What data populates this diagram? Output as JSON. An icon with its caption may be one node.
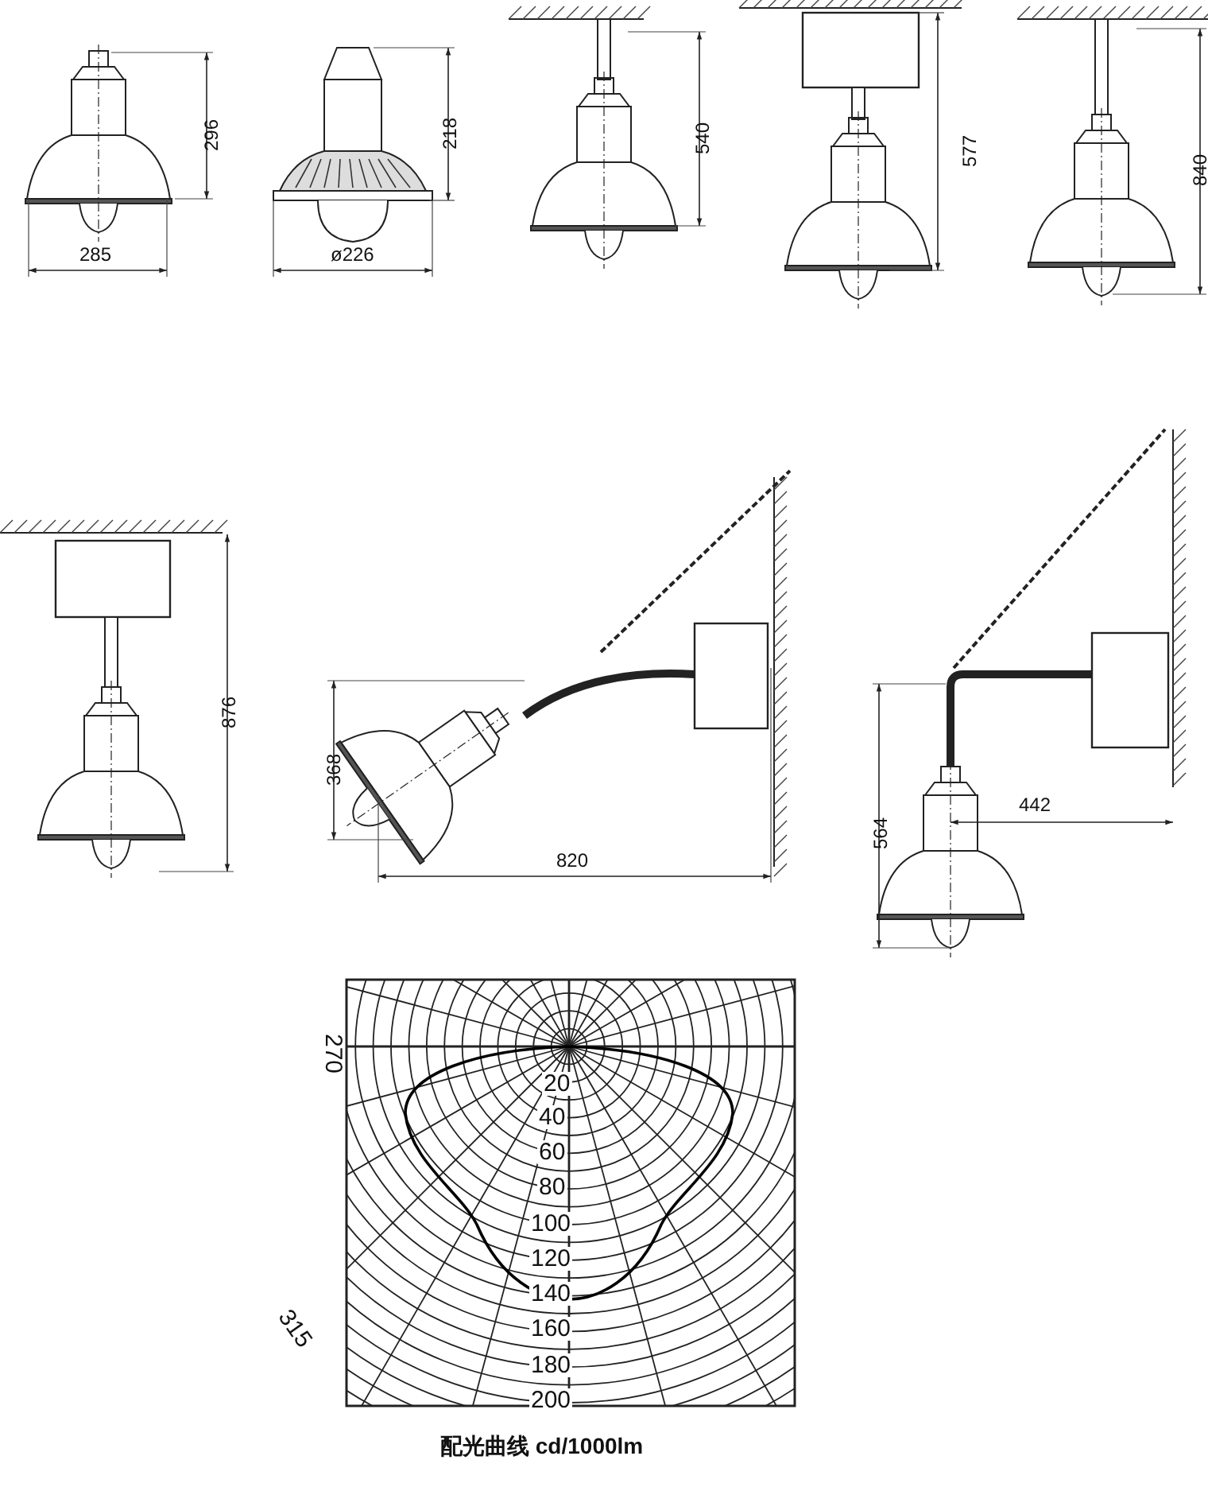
{
  "diagram": {
    "caption": "配光曲线 cd/1000lm",
    "labels": [
      "296",
      "218",
      "540",
      "577",
      "840",
      "285",
      "ø226",
      "876",
      "368",
      "820",
      "564",
      "442",
      "270",
      "20",
      "40",
      "60",
      "80",
      "100",
      "120",
      "140",
      "315",
      "160",
      "180",
      "200"
    ]
  }
}
